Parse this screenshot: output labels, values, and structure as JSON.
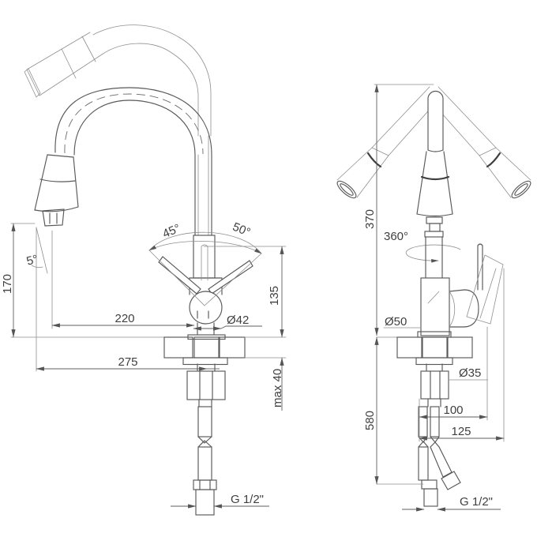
{
  "figure": {
    "type": "technical-drawing",
    "subject": "kitchen pull-out spray faucet, two projection views with dimensions",
    "background_color": "#ffffff",
    "line_color": "#4a4a4a",
    "text_color": "#3f3f3f"
  },
  "side_view": {
    "labels": {
      "spout_height": "170",
      "spray_tilt": "5°",
      "lever_angle_left": "45°",
      "lever_angle_right": "50°",
      "spout_reach": "220",
      "ball_diameter": "Ø42",
      "body_height": "135",
      "deck_thickness": "max 40",
      "spout_reach_max": "275",
      "connection_thread": "G 1/2\""
    }
  },
  "front_view": {
    "labels": {
      "total_height": "370",
      "swivel": "360°",
      "base_diameter": "Ø50",
      "shank_diameter": "Ø35",
      "handle_offset": "100",
      "handle_reach": "125",
      "hose_length": "580",
      "connection_thread": "G 1/2\""
    }
  }
}
